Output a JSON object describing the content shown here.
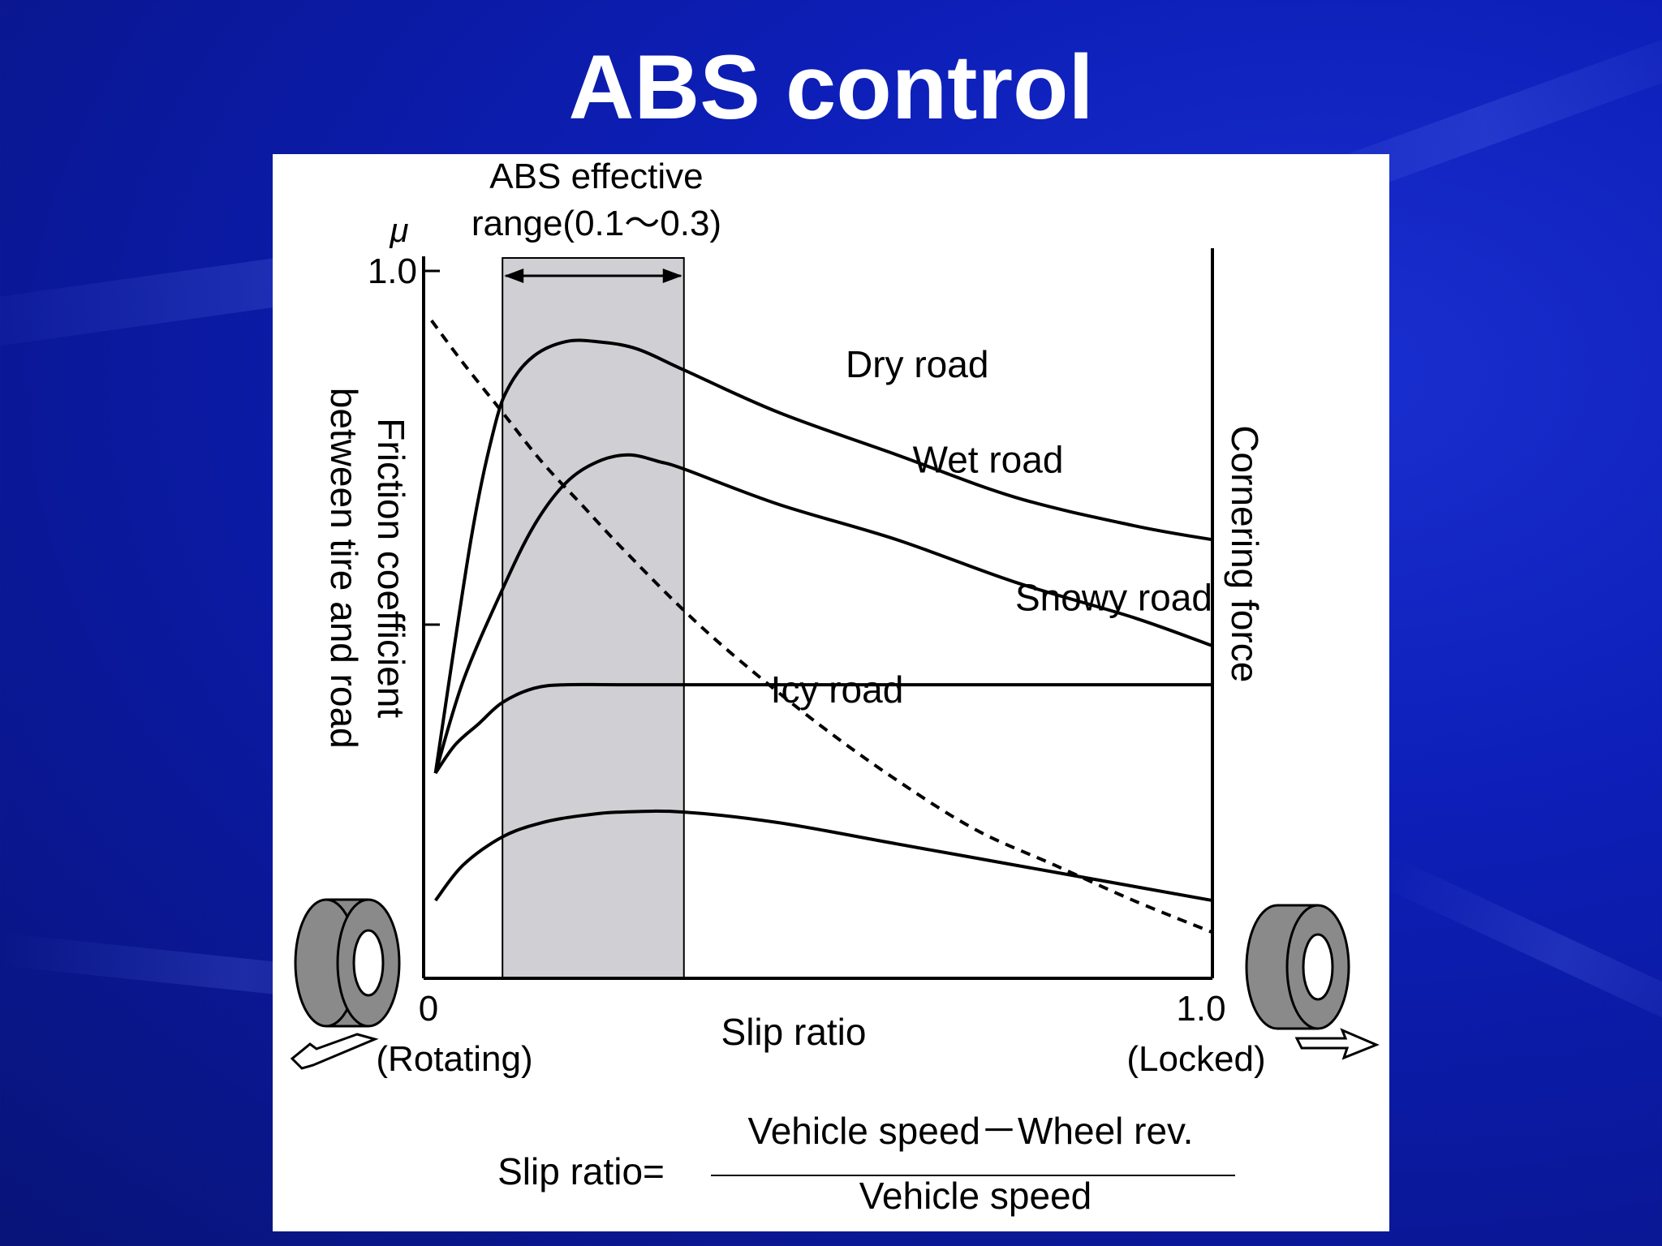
{
  "slide": {
    "title": "ABS control"
  },
  "colors": {
    "background": "#0d1fb8",
    "title": "#ffffff",
    "panel": "#ffffff",
    "shade": "#d0d0d4",
    "ink": "#000000"
  },
  "chart_data": {
    "type": "line",
    "title": "",
    "xlabel": "Slip ratio",
    "ylabel": "Friction coefficient between tire and road",
    "y_symbol": "μ",
    "y2label": "Cornering force",
    "xlim": [
      0,
      1.0
    ],
    "ylim": [
      0,
      1.0
    ],
    "x_ticks": [
      {
        "value": 0,
        "label": "0",
        "sublabel": "(Rotating)"
      },
      {
        "value": 1.0,
        "label": "1.0",
        "sublabel": "(Locked)"
      }
    ],
    "y_ticks": [
      {
        "value": 1.0,
        "label": "1.0"
      },
      {
        "value": 0.5,
        "label": ""
      }
    ],
    "shaded_range": {
      "x": [
        0.1,
        0.33
      ],
      "label_line1": "ABS effective",
      "label_line2": "range(0.1～0.3)"
    },
    "series": [
      {
        "name": "Dry road",
        "style": "solid",
        "x": [
          0.015,
          0.06,
          0.09,
          0.11,
          0.14,
          0.18,
          0.22,
          0.27,
          0.33,
          0.45,
          0.6,
          0.75,
          0.9,
          1.0
        ],
        "y": [
          0.29,
          0.62,
          0.78,
          0.84,
          0.88,
          0.9,
          0.9,
          0.89,
          0.86,
          0.8,
          0.74,
          0.68,
          0.64,
          0.62
        ]
      },
      {
        "name": "Wet road",
        "style": "solid",
        "x": [
          0.015,
          0.05,
          0.1,
          0.14,
          0.18,
          0.22,
          0.26,
          0.3,
          0.33,
          0.45,
          0.6,
          0.75,
          0.9,
          1.0
        ],
        "y": [
          0.29,
          0.42,
          0.55,
          0.64,
          0.7,
          0.73,
          0.74,
          0.73,
          0.72,
          0.67,
          0.62,
          0.56,
          0.51,
          0.47
        ]
      },
      {
        "name": "Snowy road",
        "style": "solid",
        "x": [
          0.015,
          0.04,
          0.07,
          0.1,
          0.14,
          0.18,
          0.25,
          0.4,
          0.6,
          0.8,
          1.0
        ],
        "y": [
          0.29,
          0.33,
          0.36,
          0.39,
          0.41,
          0.415,
          0.415,
          0.415,
          0.415,
          0.415,
          0.415
        ]
      },
      {
        "name": "Icy road",
        "style": "solid",
        "x": [
          0.015,
          0.05,
          0.1,
          0.15,
          0.2,
          0.25,
          0.33,
          0.45,
          0.6,
          0.75,
          0.9,
          1.0
        ],
        "y": [
          0.11,
          0.16,
          0.2,
          0.22,
          0.23,
          0.235,
          0.235,
          0.22,
          0.19,
          0.16,
          0.13,
          0.11
        ]
      },
      {
        "name": "",
        "style": "dashed",
        "x": [
          0.01,
          0.05,
          0.1,
          0.15,
          0.2,
          0.25,
          0.33,
          0.4,
          0.5,
          0.6,
          0.7,
          0.8,
          0.9,
          1.0
        ],
        "y": [
          0.93,
          0.87,
          0.8,
          0.73,
          0.67,
          0.61,
          0.52,
          0.45,
          0.36,
          0.28,
          0.21,
          0.16,
          0.11,
          0.065
        ]
      }
    ],
    "series_labels": [
      "Dry road",
      "Wet road",
      "Snowy road",
      "Icy road"
    ]
  },
  "formula": {
    "lhs": "Slip ratio=",
    "numerator": "Vehicle speed－Wheel rev.",
    "denominator": "Vehicle speed"
  }
}
